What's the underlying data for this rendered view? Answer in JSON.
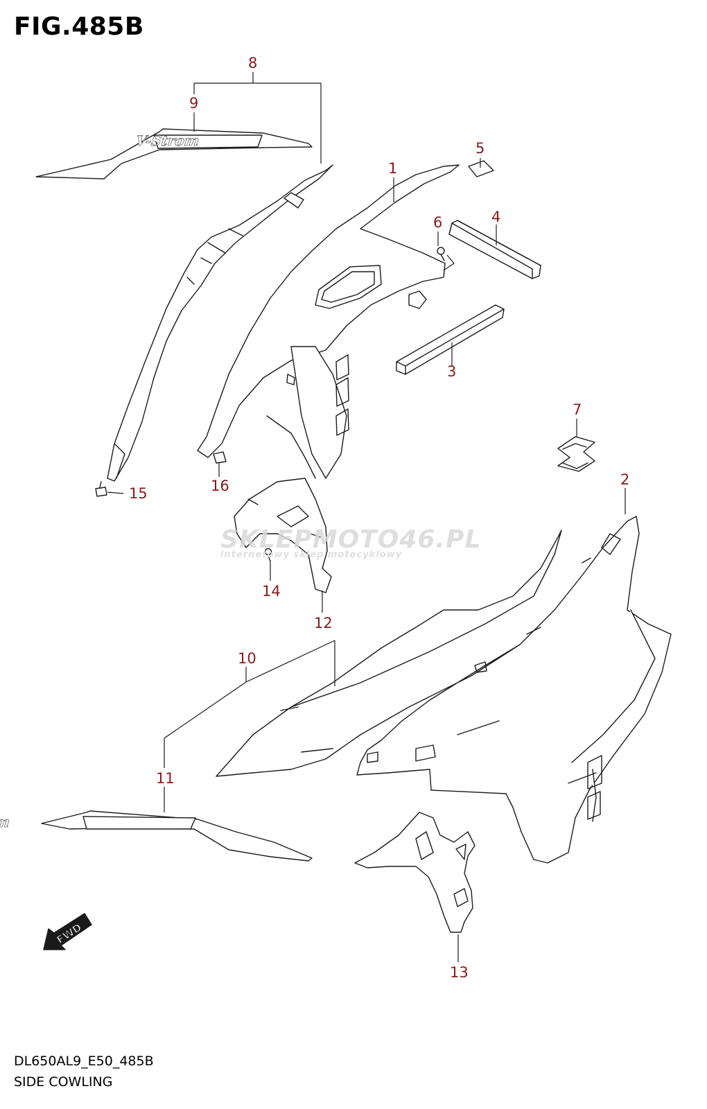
{
  "figure": {
    "title": "FIG.485B"
  },
  "footer": {
    "code": "DL650AL9_E50_485B",
    "name": "SIDE COWLING"
  },
  "watermark": {
    "main": "SKLEPMOTO46.PL",
    "sub": "internetowy sklep motocyklowy"
  },
  "decals": {
    "upper_logo": "V-Strom",
    "lower_logo": "V-Strom"
  },
  "fwd_label": "FWD",
  "callouts": [
    {
      "number": "1",
      "part": "cowling-upper-left"
    },
    {
      "number": "2",
      "part": "cowling-side-right"
    },
    {
      "number": "3",
      "part": "cushion-lower"
    },
    {
      "number": "4",
      "part": "cushion-upper"
    },
    {
      "number": "5",
      "part": "cushion-pad"
    },
    {
      "number": "6",
      "part": "screw"
    },
    {
      "number": "7",
      "part": "suzuki-emblem"
    },
    {
      "number": "8",
      "part": "cover-set-left"
    },
    {
      "number": "9",
      "part": "decal-upper"
    },
    {
      "number": "10",
      "part": "cover-set-right"
    },
    {
      "number": "11",
      "part": "decal-lower"
    },
    {
      "number": "12",
      "part": "bracket-left"
    },
    {
      "number": "13",
      "part": "bracket-right"
    },
    {
      "number": "14",
      "part": "screw-bracket"
    },
    {
      "number": "15",
      "part": "fastener-trim"
    },
    {
      "number": "16",
      "part": "nut-clip"
    }
  ],
  "colors": {
    "callout": "#8b1a1a",
    "line": "#1a1a1a",
    "watermark_accent": "#e04a4a"
  }
}
